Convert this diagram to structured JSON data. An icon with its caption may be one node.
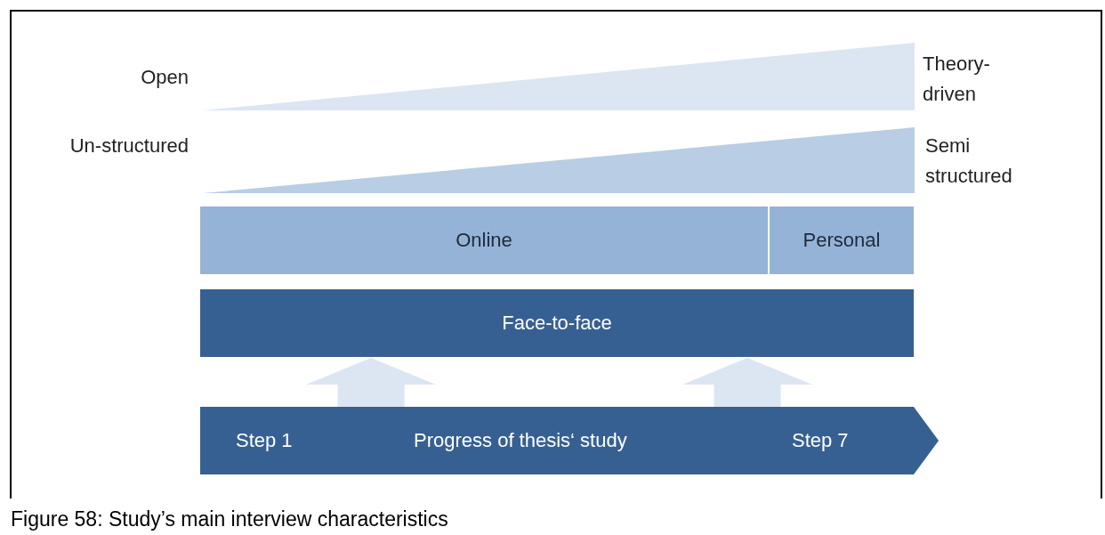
{
  "diagram": {
    "caption": "Figure 58: Study’s main interview characteristics",
    "nodes": [
      {
        "text": [],
        "shape": "wedge",
        "beside": [
          "Open",
          "Theory-driven"
        ]
      },
      {
        "text": [],
        "shape": "wedge",
        "beside": [
          "Un-structured",
          "Semi structured"
        ]
      },
      {
        "text": [
          "Online"
        ]
      },
      {
        "text": [
          "Personal"
        ]
      },
      {
        "text": [
          "Face-to-face"
        ]
      },
      {
        "text": [
          "Step 1",
          "Progress of thesis‘ study",
          "Step 7"
        ]
      }
    ],
    "edges": [
      {
        "from": 5,
        "to": 4,
        "arrow": "to"
      },
      {
        "from": 5,
        "to": 4,
        "arrow": "to"
      }
    ]
  }
}
